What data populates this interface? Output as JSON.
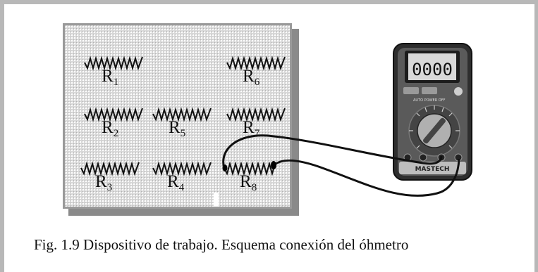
{
  "resistors": [
    {
      "id": "R1",
      "letter": "R",
      "sub": "1"
    },
    {
      "id": "R2",
      "letter": "R",
      "sub": "2"
    },
    {
      "id": "R3",
      "letter": "R",
      "sub": "3"
    },
    {
      "id": "R4",
      "letter": "R",
      "sub": "4"
    },
    {
      "id": "R5",
      "letter": "R",
      "sub": "5"
    },
    {
      "id": "R6",
      "letter": "R",
      "sub": "6"
    },
    {
      "id": "R7",
      "letter": "R",
      "sub": "7"
    },
    {
      "id": "R8",
      "letter": "R",
      "sub": "8"
    }
  ],
  "multimeter": {
    "display": "0000",
    "brand": "MASTECH",
    "auto_label": "AUTO POWER OFF",
    "icon": "digital-multimeter-icon"
  },
  "caption": "Fig. 1.9  Dispositivo de trabajo. Esquema conexión del óhmetro",
  "colors": {
    "border": "#b8b8b8",
    "board": "#d8d8d8",
    "meter_body": "#3a3a3a",
    "wire": "#111111"
  }
}
